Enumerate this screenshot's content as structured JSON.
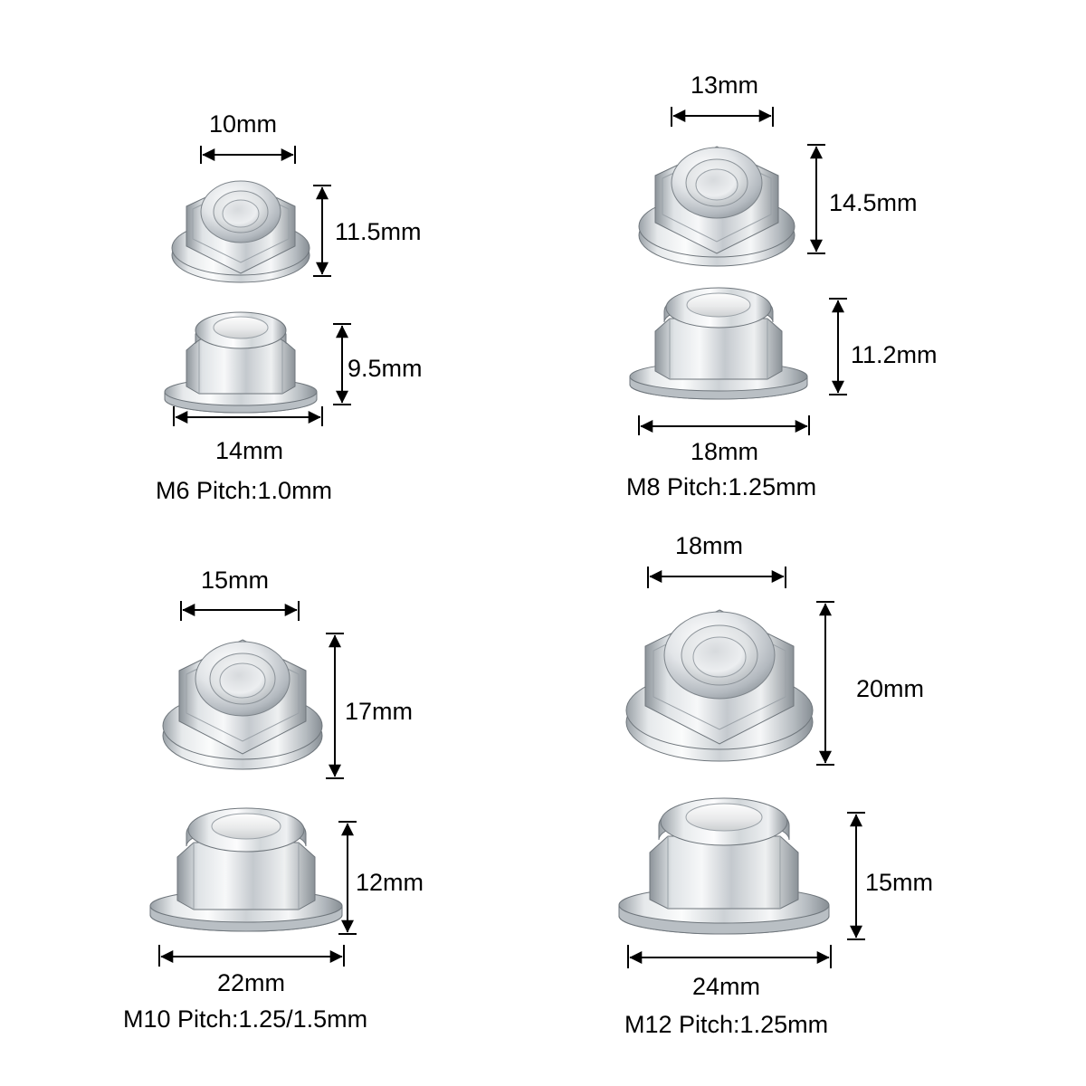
{
  "image": {
    "title": "Flange nylon lock nut dimension chart",
    "background": "#ffffff",
    "text_color": "#000000",
    "metal_light": "#f2f3f4",
    "metal_mid": "#c8ccd0",
    "metal_dark": "#8e959b",
    "nylon_color": "#e8e9ea"
  },
  "groups": [
    {
      "id": "m6",
      "caption": "M6 Pitch:1.0mm",
      "top_view": {
        "width_label": "10mm",
        "height_label": "11.5mm"
      },
      "side_view": {
        "height_label": "9.5mm",
        "width_label": "14mm"
      }
    },
    {
      "id": "m8",
      "caption": "M8 Pitch:1.25mm",
      "top_view": {
        "width_label": "13mm",
        "height_label": "14.5mm"
      },
      "side_view": {
        "height_label": "11.2mm",
        "width_label": "18mm"
      }
    },
    {
      "id": "m10",
      "caption": "M10 Pitch:1.25/1.5mm",
      "top_view": {
        "width_label": "15mm",
        "height_label": "17mm"
      },
      "side_view": {
        "height_label": "12mm",
        "width_label": "22mm"
      }
    },
    {
      "id": "m12",
      "caption": "M12 Pitch:1.25mm",
      "top_view": {
        "width_label": "18mm",
        "height_label": "20mm"
      },
      "side_view": {
        "height_label": "15mm",
        "width_label": "24mm"
      }
    }
  ]
}
